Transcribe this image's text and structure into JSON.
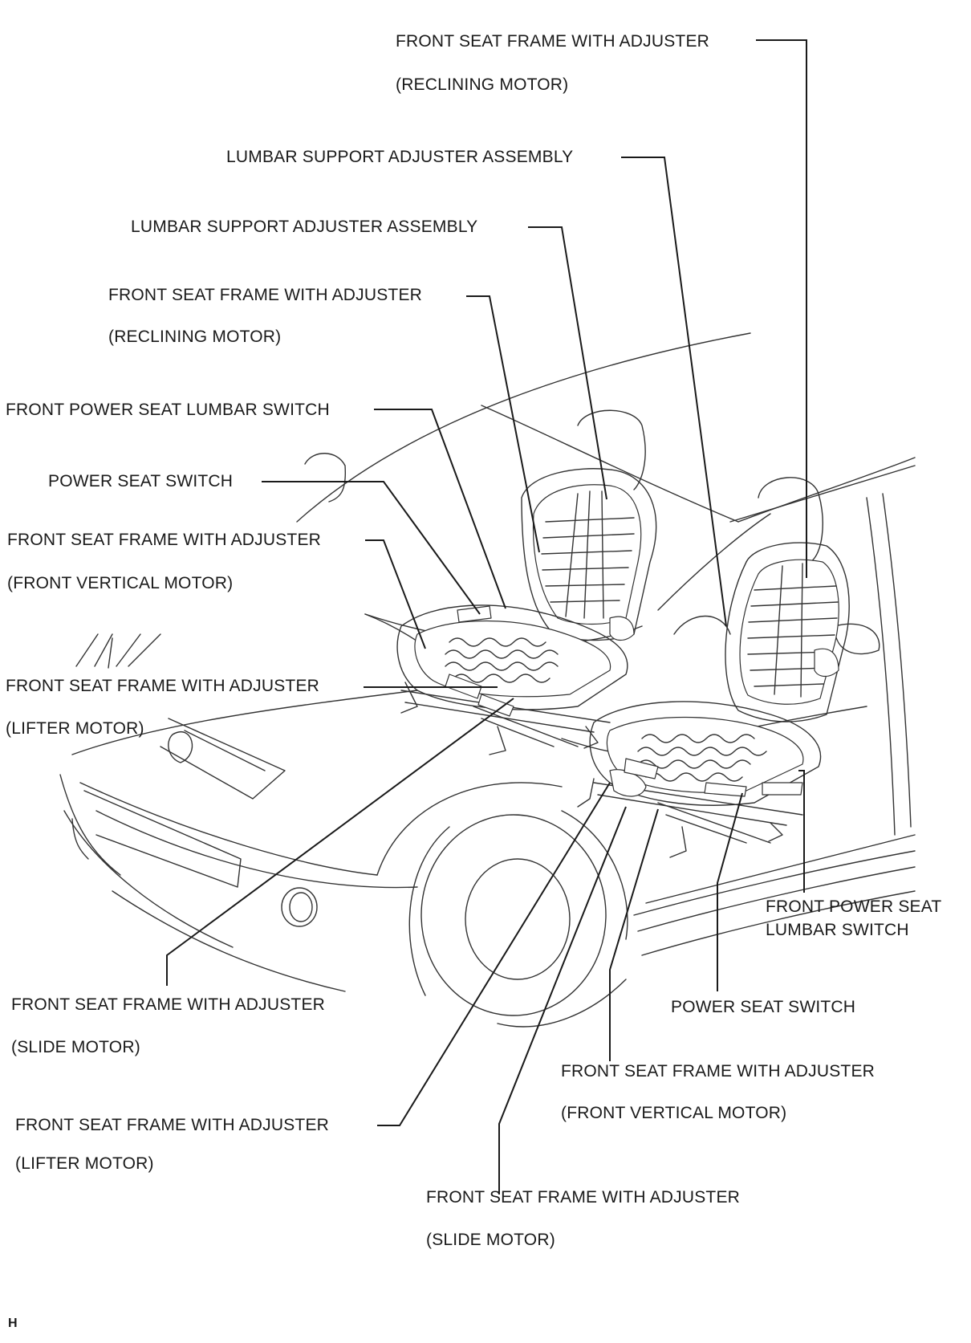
{
  "labels": {
    "l01": "FRONT SEAT FRAME WITH ADJUSTER",
    "l01b": "(RECLINING MOTOR)",
    "l02": "LUMBAR SUPPORT ADJUSTER ASSEMBLY",
    "l03": "LUMBAR SUPPORT ADJUSTER ASSEMBLY",
    "l04": "FRONT SEAT FRAME WITH ADJUSTER",
    "l04b": "(RECLINING MOTOR)",
    "l05": "FRONT POWER SEAT LUMBAR SWITCH",
    "l06": "POWER SEAT SWITCH",
    "l07": "FRONT SEAT FRAME WITH ADJUSTER",
    "l07b": "(FRONT VERTICAL MOTOR)",
    "l08": "FRONT SEAT FRAME WITH ADJUSTER",
    "l08b": "(LIFTER MOTOR)",
    "l09a": "FRONT POWER SEAT",
    "l09b": "LUMBAR SWITCH",
    "l10": "FRONT SEAT FRAME WITH ADJUSTER",
    "l10b": "(SLIDE MOTOR)",
    "l11": "POWER SEAT SWITCH",
    "l12": "FRONT SEAT FRAME WITH ADJUSTER",
    "l12b": "(FRONT VERTICAL MOTOR)",
    "l13": "FRONT SEAT FRAME WITH ADJUSTER",
    "l13b": "(LIFTER MOTOR)",
    "l14": "FRONT SEAT FRAME WITH ADJUSTER",
    "l14b": "(SLIDE MOTOR)"
  },
  "footer": "H"
}
